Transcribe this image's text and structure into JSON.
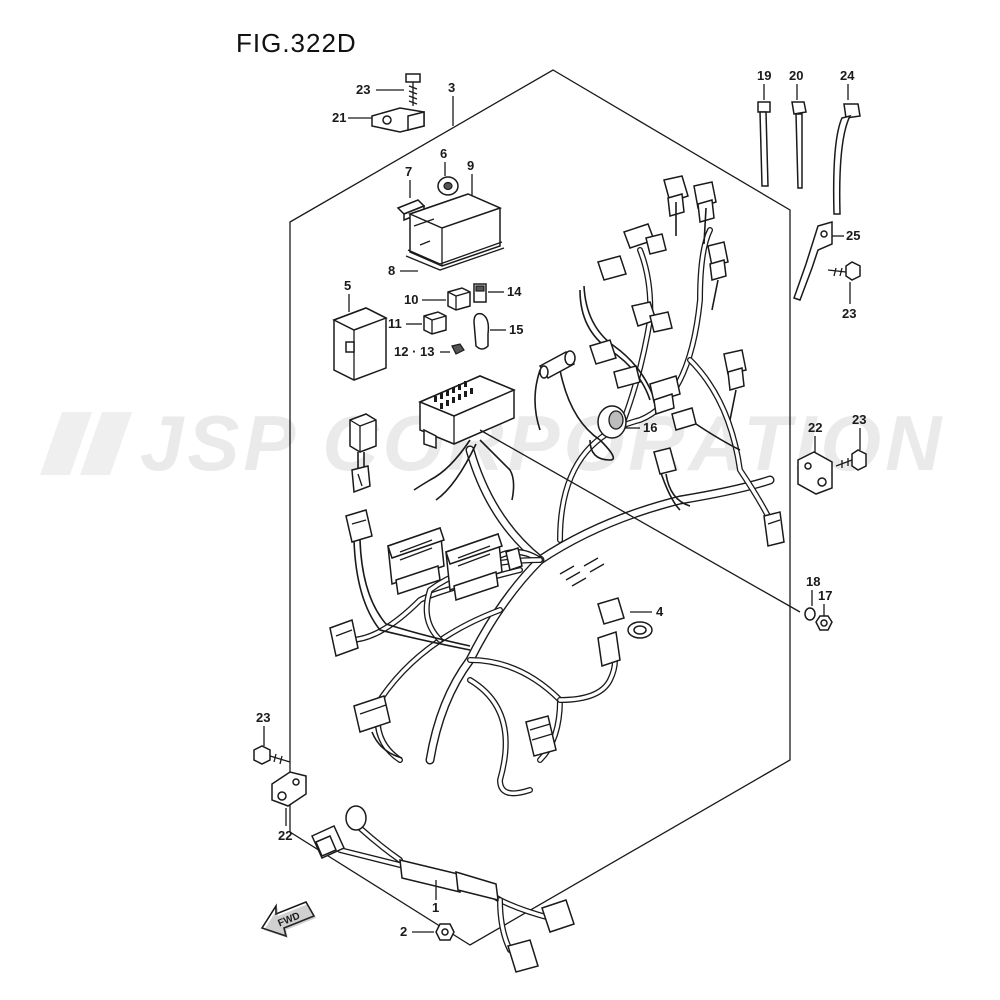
{
  "figure": {
    "title": "FIG.322D"
  },
  "watermark": {
    "text": "JSP CORPORATION"
  },
  "fwd_arrow": {
    "text": "FWD"
  },
  "callouts": {
    "c1": "1",
    "c2": "2",
    "c3": "3",
    "c4": "4",
    "c5": "5",
    "c6": "6",
    "c7": "7",
    "c8": "8",
    "c9": "9",
    "c10": "10",
    "c11": "11",
    "c12_13": "12 · 13",
    "c14": "14",
    "c15": "15",
    "c16": "16",
    "c17": "17",
    "c18": "18",
    "c19": "19",
    "c20": "20",
    "c21": "21",
    "c22a": "22",
    "c22b": "22",
    "c23a": "23",
    "c23b": "23",
    "c23c": "23",
    "c23d": "23",
    "c24": "24",
    "c25": "25"
  },
  "colors": {
    "ink": "#1a1a1a",
    "watermark": "#d9d9d9",
    "background": "#ffffff"
  }
}
